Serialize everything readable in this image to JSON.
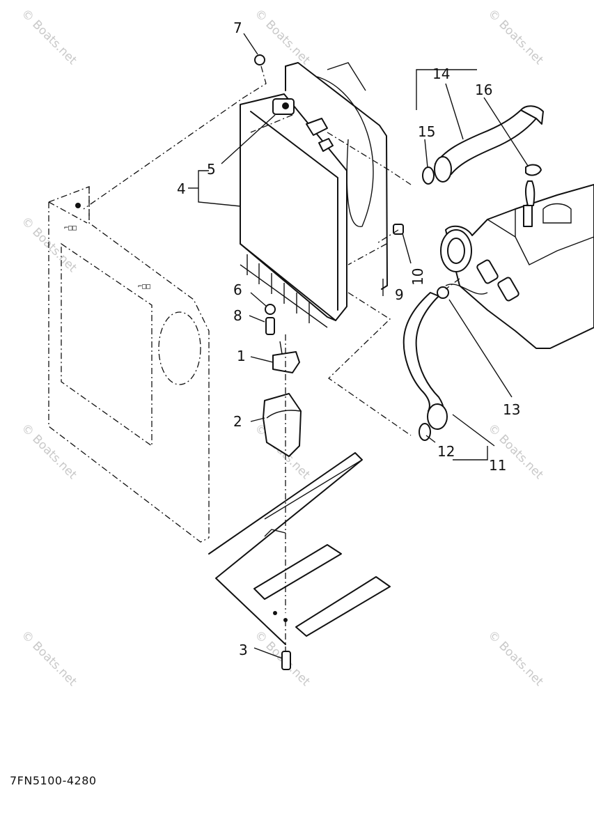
{
  "diagram_code": "7FN5100-4280",
  "watermark_text": "© Boats.net",
  "callouts": {
    "c1": "1",
    "c2": "2",
    "c3": "3",
    "c4": "4",
    "c5": "5",
    "c6": "6",
    "c7": "7",
    "c8": "8",
    "c9": "9",
    "c10": "10",
    "c11": "11",
    "c12": "12",
    "c13": "13",
    "c14": "14",
    "c15": "15",
    "c16": "16"
  },
  "line_color": "#111111",
  "watermark_color": "#c9c9c9"
}
